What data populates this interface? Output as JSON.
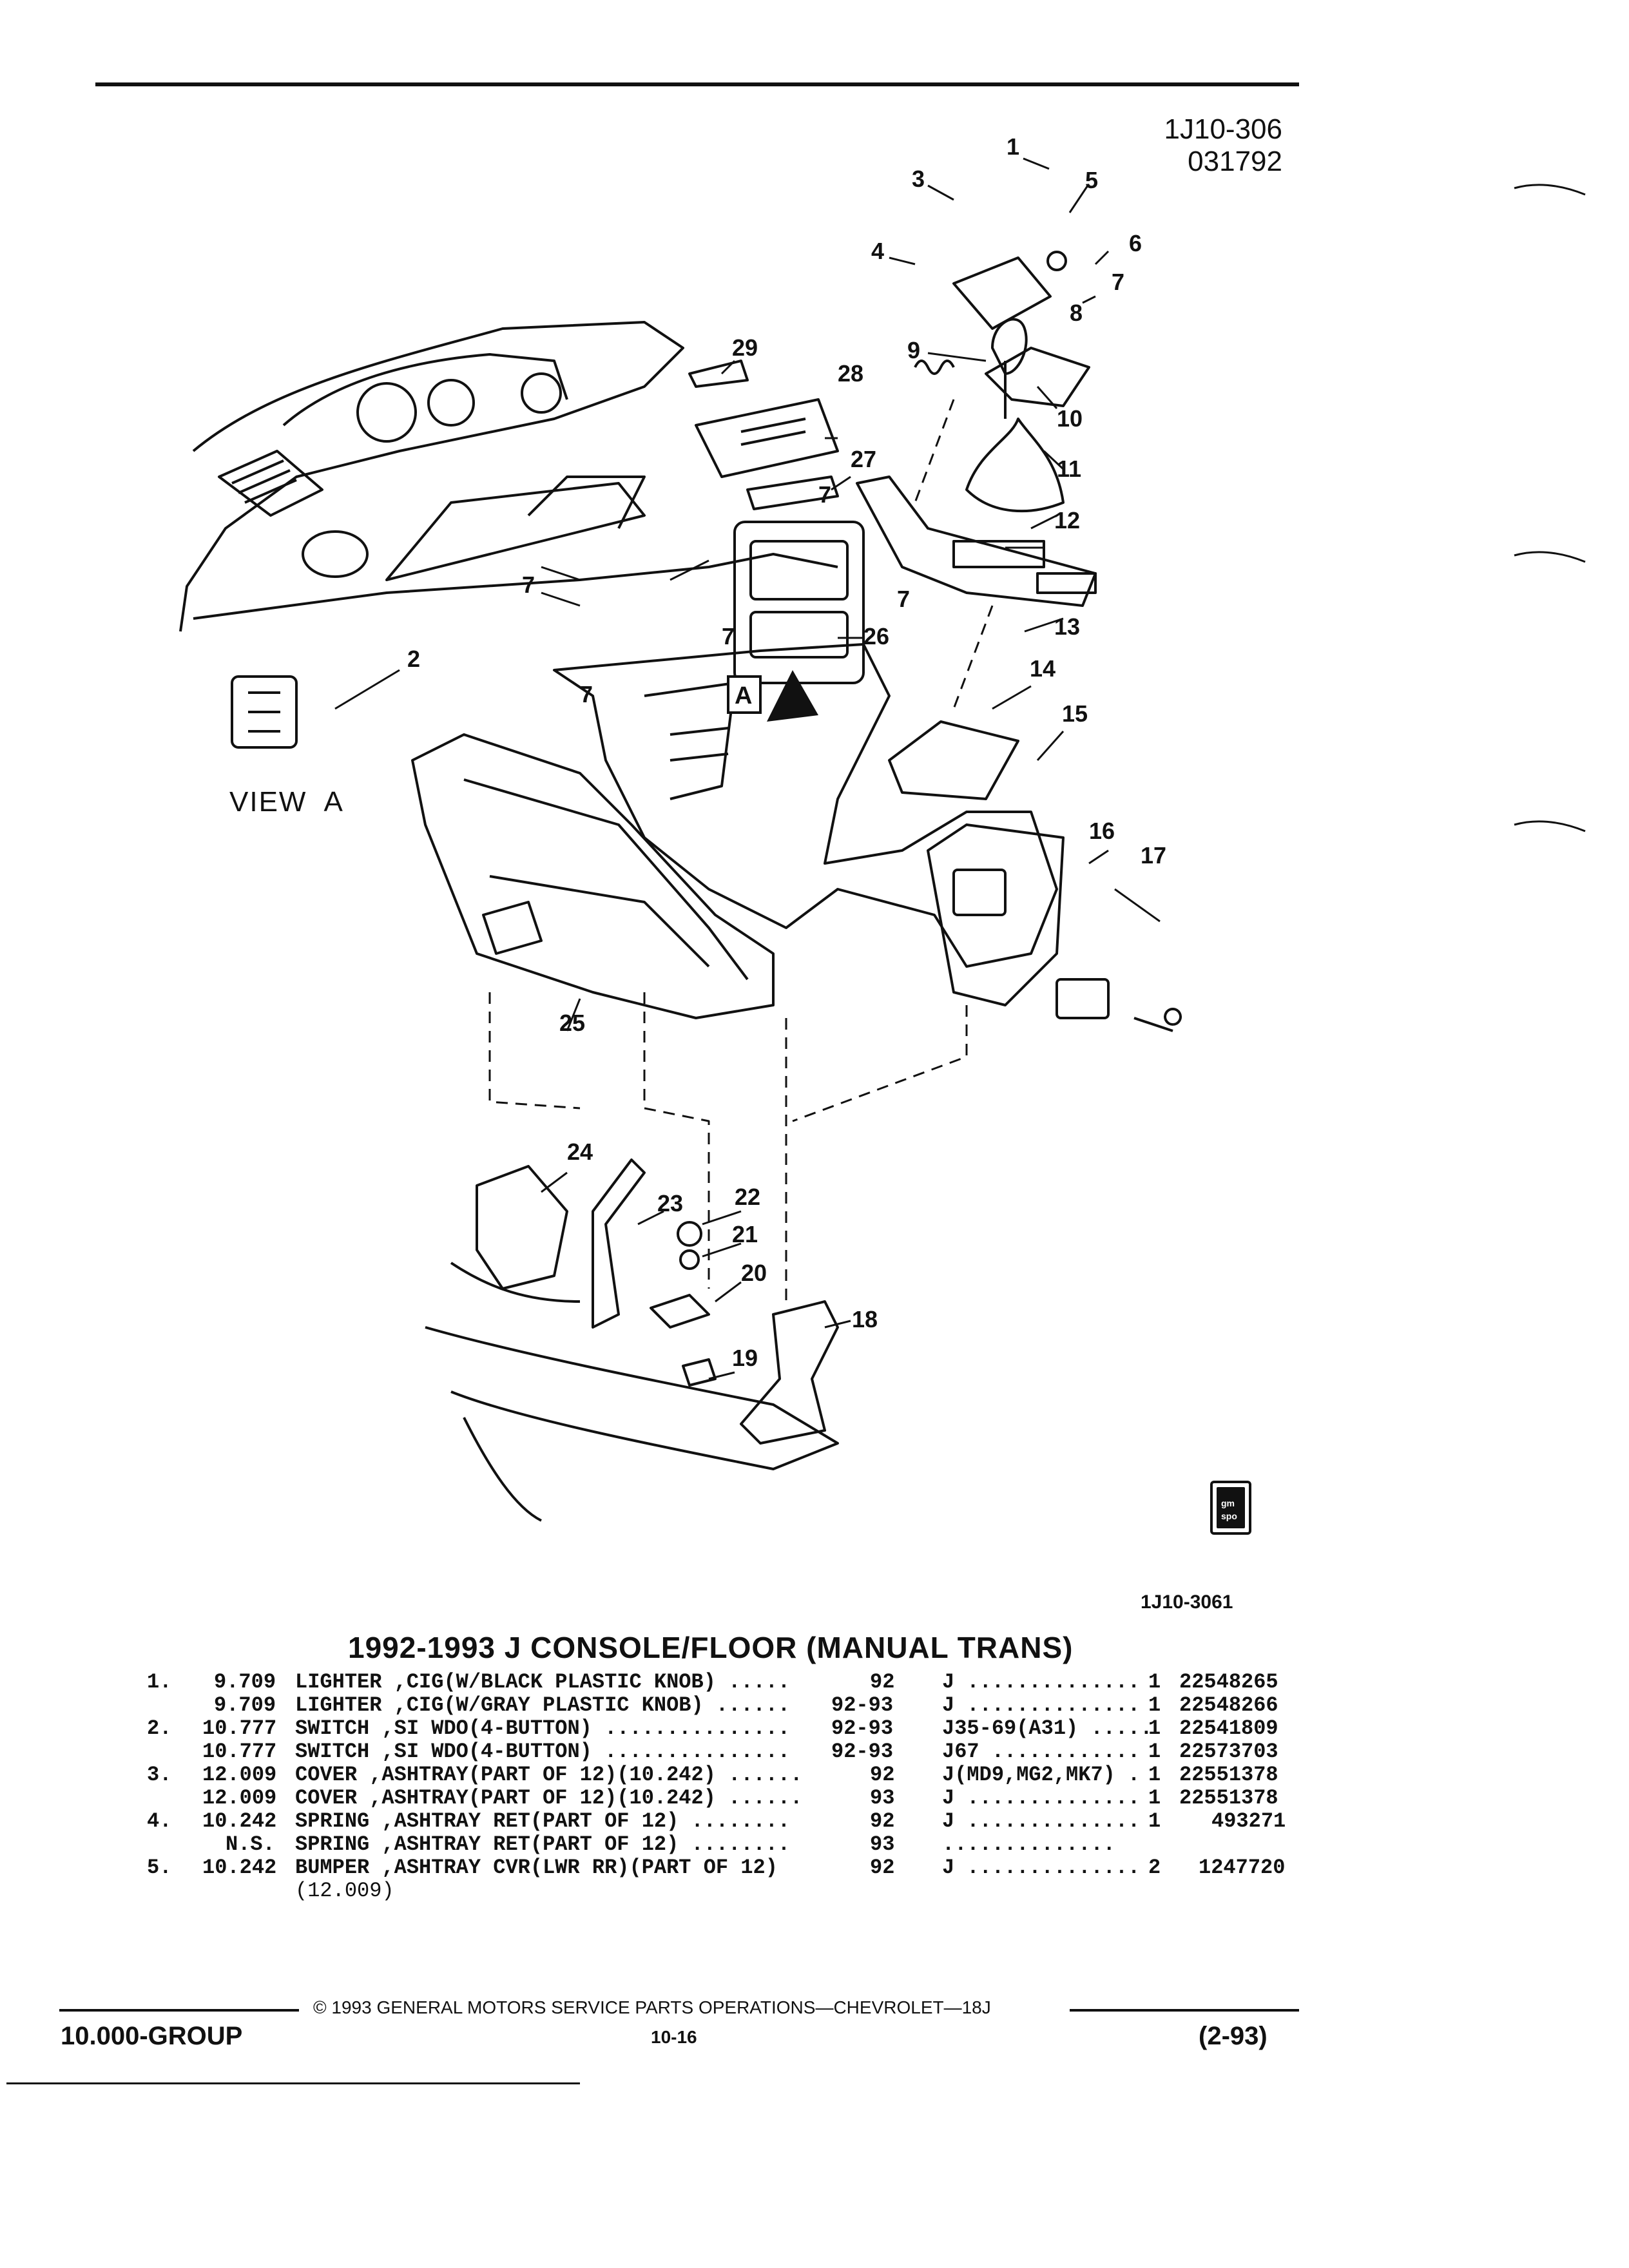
{
  "header": {
    "code_line1": "1J10-306",
    "code_line2": "031792"
  },
  "diagram": {
    "callouts": [
      "1",
      "2",
      "3",
      "4",
      "5",
      "6",
      "7",
      "8",
      "9",
      "10",
      "11",
      "12",
      "13",
      "14",
      "15",
      "16",
      "17",
      "18",
      "19",
      "20",
      "21",
      "22",
      "23",
      "24",
      "25",
      "26",
      "27",
      "28",
      "29",
      "7",
      "7",
      "7",
      "7",
      "7"
    ],
    "view_label": "VIEW  A",
    "view_letter": "A",
    "figure_ref": "1J10-3061",
    "badge_line1": "gm",
    "badge_line2": "spo"
  },
  "table": {
    "title": "1992-1993 J CONSOLE/FLOOR (MANUAL TRANS)",
    "rows": [
      {
        "item": "1.",
        "ref": "9.709",
        "desc": "LIGHTER ,CIG(W/BLACK PLASTIC KNOB) .....",
        "yr": "92",
        "models": "J ..............",
        "qty": "1",
        "part": "22548265"
      },
      {
        "item": "",
        "ref": "9.709",
        "desc": "LIGHTER ,CIG(W/GRAY PLASTIC KNOB) ......",
        "yr": "92-93",
        "models": "J ..............",
        "qty": "1",
        "part": "22548266"
      },
      {
        "item": "2.",
        "ref": "10.777",
        "desc": "SWITCH ,SI WDO(4-BUTTON) ...............",
        "yr": "92-93",
        "models": "J35-69(A31) .....",
        "qty": "1",
        "part": "22541809"
      },
      {
        "item": "",
        "ref": "10.777",
        "desc": "SWITCH ,SI WDO(4-BUTTON) ...............",
        "yr": "92-93",
        "models": "J67 ............",
        "qty": "1",
        "part": "22573703"
      },
      {
        "item": "3.",
        "ref": "12.009",
        "desc": "COVER ,ASHTRAY(PART OF 12)(10.242) ......",
        "yr": "92",
        "models": "J(MD9,MG2,MK7) .",
        "qty": "1",
        "part": "22551378"
      },
      {
        "item": "",
        "ref": "12.009",
        "desc": "COVER ,ASHTRAY(PART OF 12)(10.242) ......",
        "yr": "93",
        "models": "J ..............",
        "qty": "1",
        "part": "22551378"
      },
      {
        "item": "4.",
        "ref": "10.242",
        "desc": "SPRING ,ASHTRAY RET(PART OF 12) ........",
        "yr": "92",
        "models": "J ..............",
        "qty": "1",
        "part": "493271"
      },
      {
        "item": "",
        "ref": "N.S.",
        "desc": "SPRING ,ASHTRAY RET(PART OF 12) ........",
        "yr": "93",
        "models": "..............",
        "qty": "",
        "part": ""
      },
      {
        "item": "5.",
        "ref": "10.242",
        "desc": "BUMPER ,ASHTRAY CVR(LWR RR)(PART OF 12)",
        "yr": "92",
        "models": "J ..............",
        "qty": "2",
        "part": "1247720"
      }
    ],
    "continuation": "(12.009)"
  },
  "footer": {
    "copyright": "© 1993 GENERAL MOTORS SERVICE PARTS OPERATIONS—CHEVROLET—18J",
    "group": "10.000-GROUP",
    "page": "10-16",
    "date_code": "(2-93)"
  }
}
